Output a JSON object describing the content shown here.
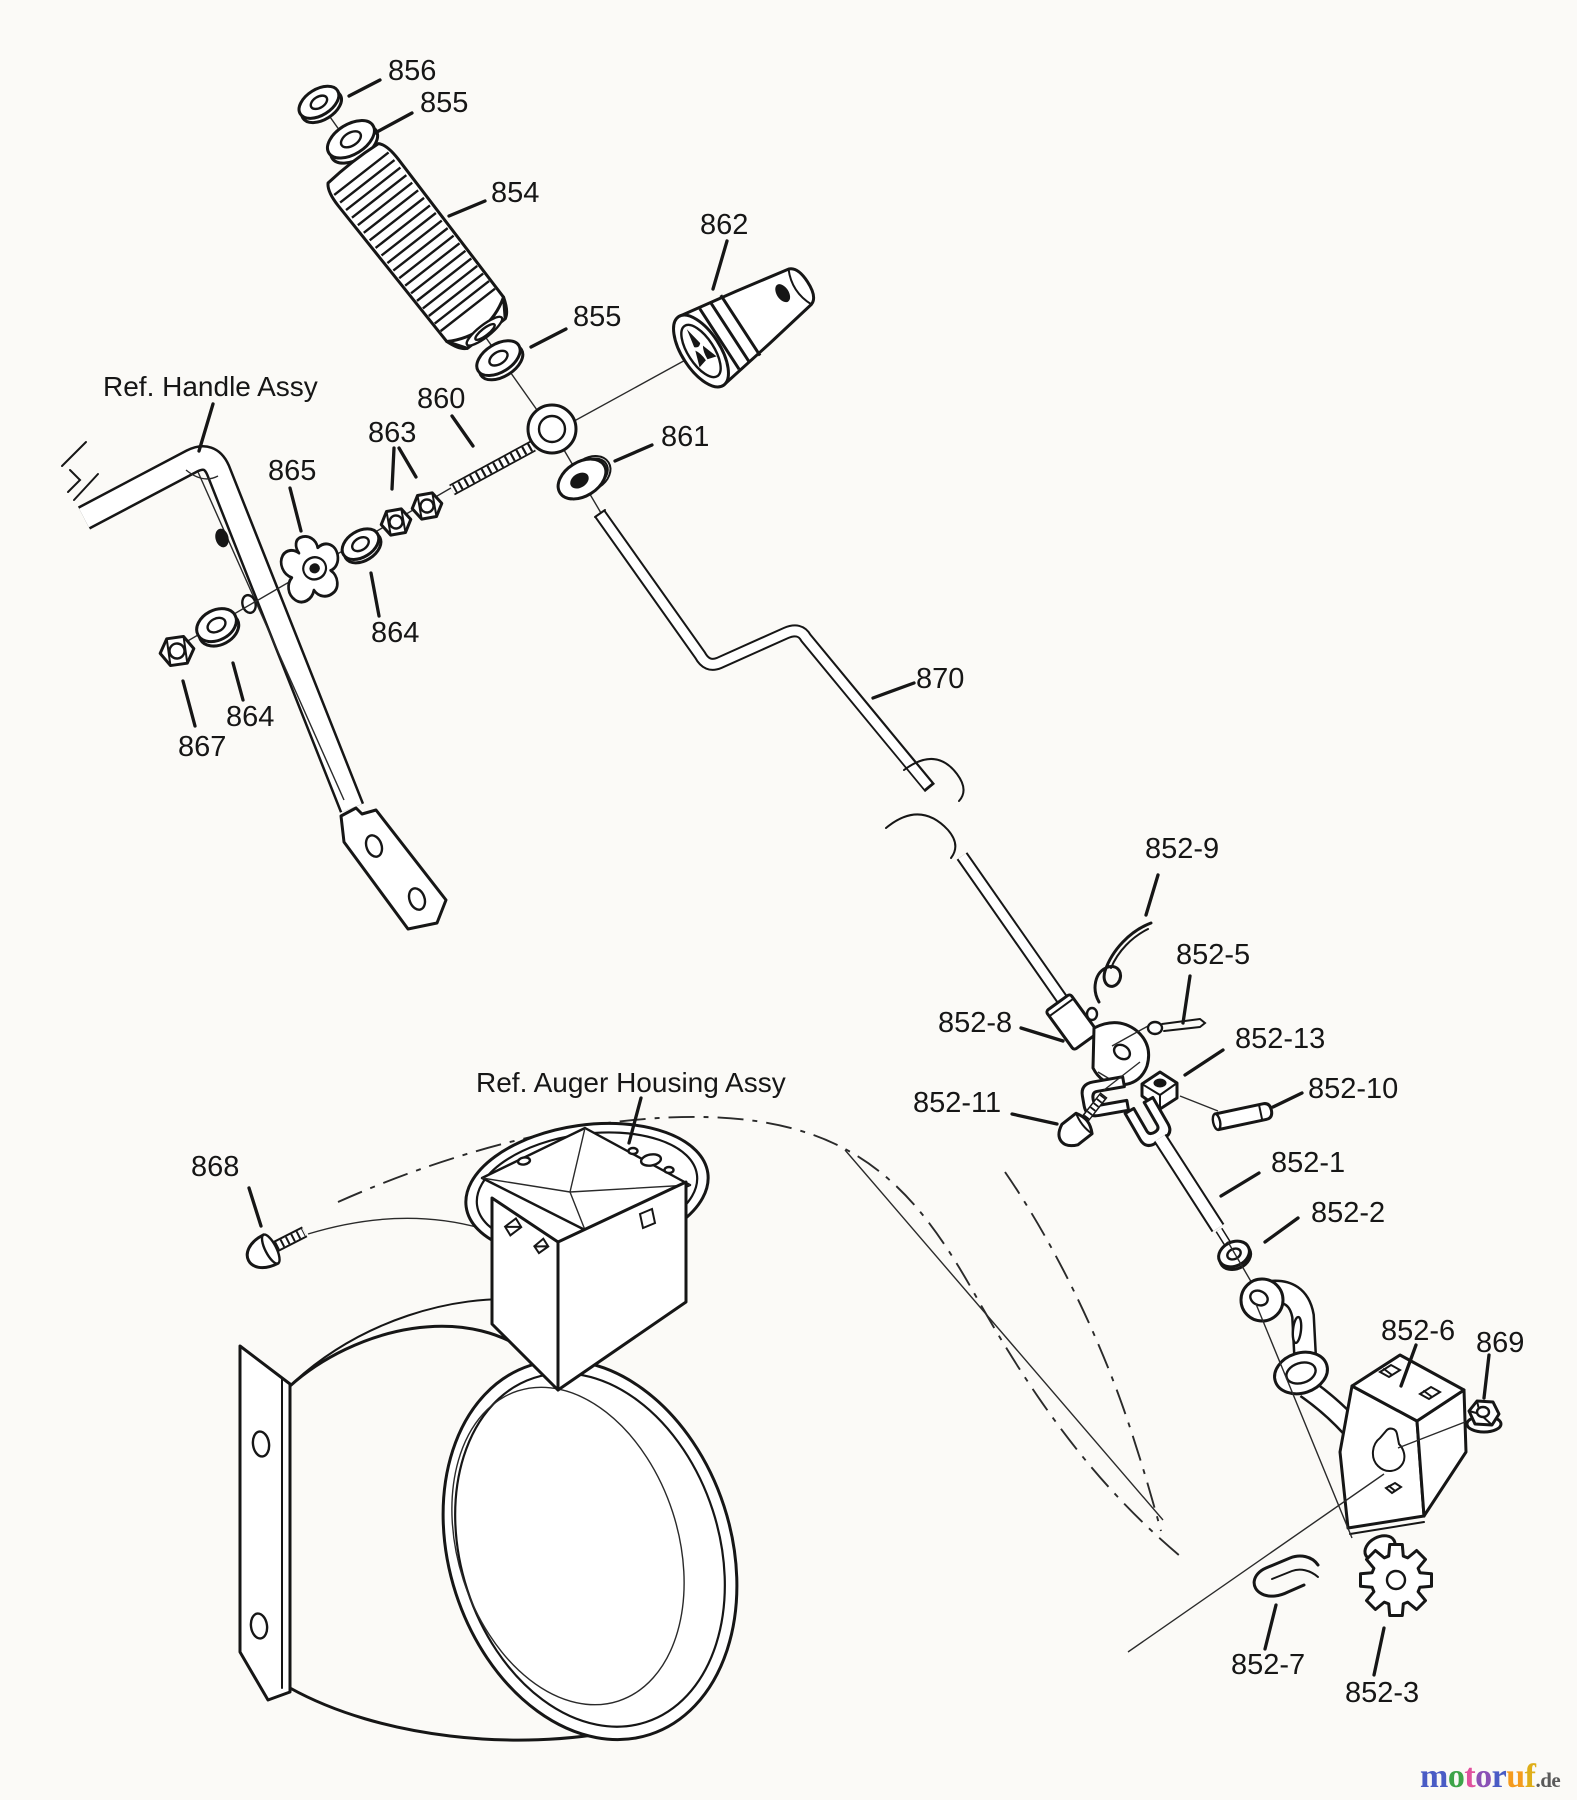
{
  "diagram": {
    "kind": "exploded-parts-diagram",
    "subject": "Chute control rod / crank assembly exploded view",
    "ink_color": "#161616",
    "paper_color": "#fbfaf7",
    "ref_labels": {
      "handle": "Ref. Handle Assy",
      "auger": "Ref. Auger Housing Assy"
    },
    "part_numbers": {
      "n856": "856",
      "n855a": "855",
      "n854": "854",
      "n862": "862",
      "n855b": "855",
      "n860": "860",
      "n863": "863",
      "n861": "861",
      "n865": "865",
      "n864a": "864",
      "n864b": "864",
      "n867": "867",
      "n870": "870",
      "n852_9": "852-9",
      "n852_5": "852-5",
      "n852_8": "852-8",
      "n852_13": "852-13",
      "n852_10": "852-10",
      "n852_11": "852-11",
      "n852_1": "852-1",
      "n852_2": "852-2",
      "n868": "868",
      "n852_6": "852-6",
      "n869": "869",
      "n852_7": "852-7",
      "n852_3": "852-3"
    }
  },
  "watermark": {
    "letters": [
      {
        "ch": "m",
        "color": "#4a5cc5"
      },
      {
        "ch": "o",
        "color": "#3da449"
      },
      {
        "ch": "t",
        "color": "#e0519e"
      },
      {
        "ch": "o",
        "color": "#8a51b5"
      },
      {
        "ch": "r",
        "color": "#4a5cc5"
      },
      {
        "ch": "u",
        "color": "#f59b1e"
      },
      {
        "ch": "f",
        "color": "#dfae19"
      }
    ],
    "tld": ".de",
    "tld_color": "#5a5a5a"
  }
}
